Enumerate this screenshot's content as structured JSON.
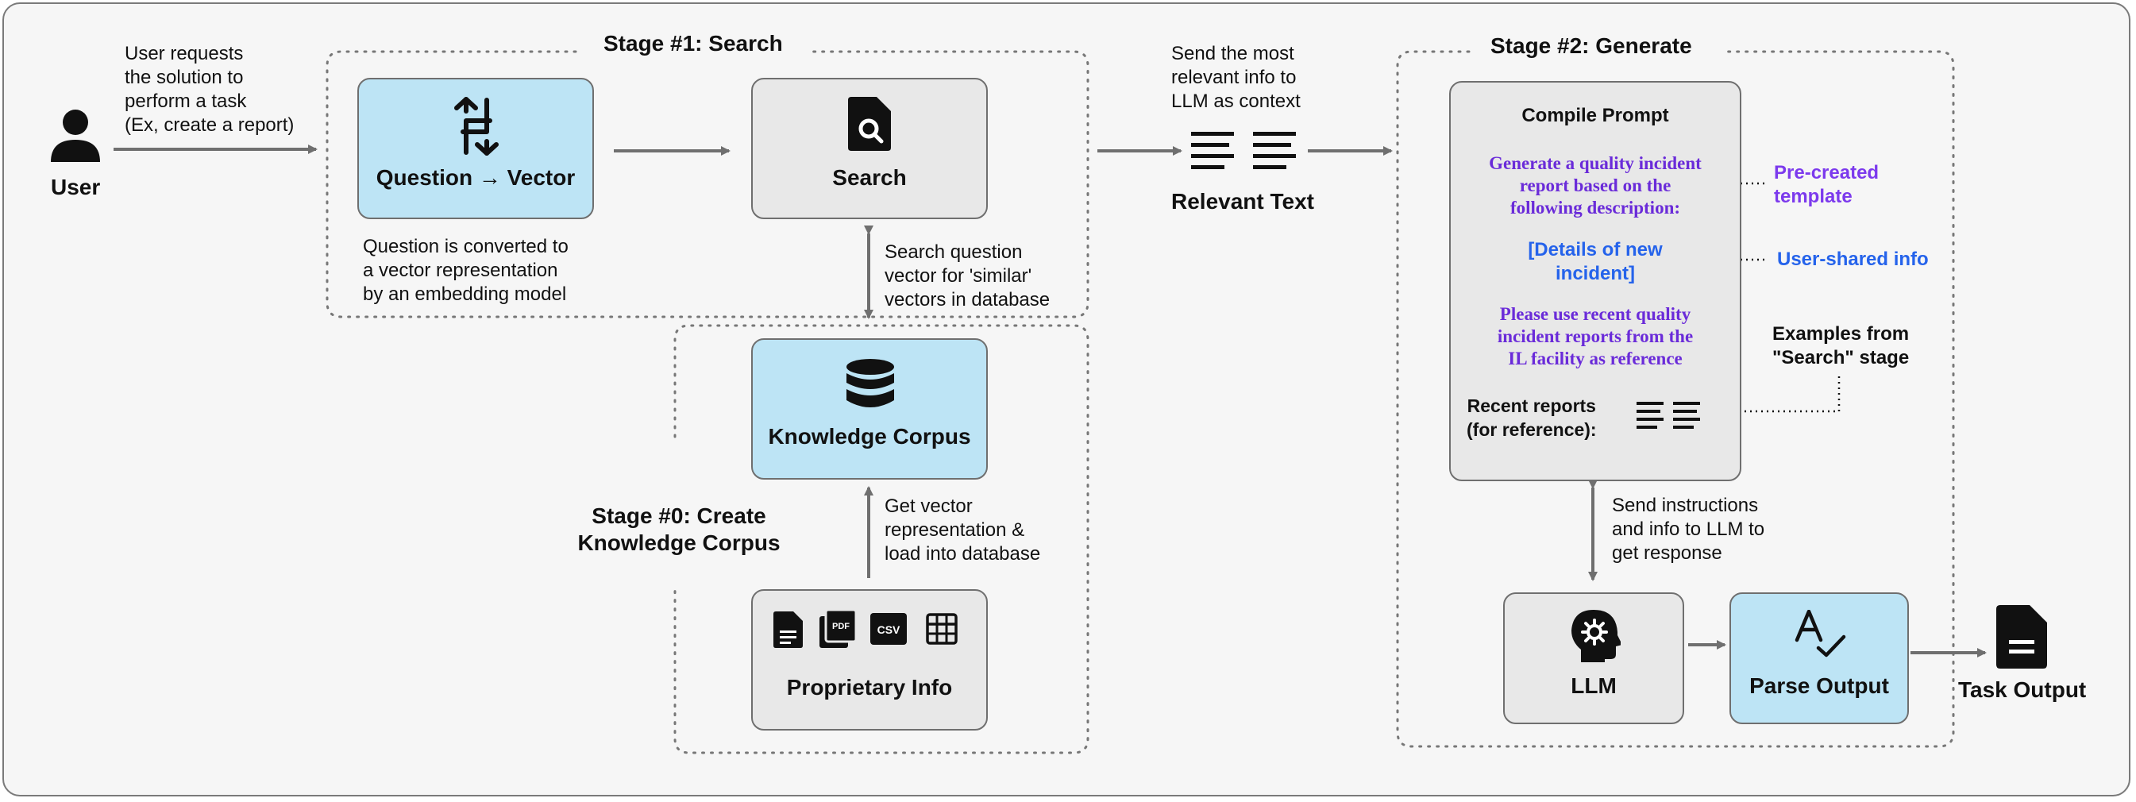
{
  "stages": {
    "search": "Stage #1: Search",
    "generate": "Stage #2: Generate",
    "create_line1": "Stage #0: Create",
    "create_line2": "Knowledge Corpus"
  },
  "user": {
    "label": "User",
    "request_note": [
      "User requests",
      "the solution to",
      "perform a task",
      "(Ex, create a report)"
    ]
  },
  "nodes": {
    "question_vector": "Question → Vector",
    "search": "Search",
    "knowledge_corpus": "Knowledge Corpus",
    "proprietary_info": "Proprietary Info",
    "relevant_text": "Relevant Text",
    "llm": "LLM",
    "parse_output": "Parse Output",
    "task_output": "Task Output"
  },
  "notes": {
    "embedding": [
      "Question is converted to",
      "a vector representation",
      "by an embedding model"
    ],
    "similar": [
      "Search question",
      "vector for 'similar'",
      "vectors in database"
    ],
    "load": [
      "Get vector",
      "representation &",
      "load into database"
    ],
    "send_context": [
      "Send the most",
      "relevant info to",
      "LLM as context"
    ],
    "send_instructions": [
      "Send instructions",
      "and info to LLM to",
      "get response"
    ]
  },
  "prompt": {
    "title": "Compile Prompt",
    "template_text": [
      "Generate a quality incident",
      "report based on the",
      "following  description:"
    ],
    "details": [
      "[Details of new",
      "incident]"
    ],
    "reference_text": [
      "Please use recent quality",
      "incident reports from the",
      "IL facility as reference"
    ],
    "recent_reports": [
      "Recent reports",
      "(for reference):"
    ]
  },
  "annotations": {
    "pre_created": [
      "Pre-created",
      "template"
    ],
    "user_shared": "User-shared info",
    "examples": [
      "Examples from",
      "\"Search\" stage"
    ]
  },
  "file_icons": {
    "pdf": "PDF",
    "csv": "CSV"
  },
  "colors": {
    "accent_blue": "#bde4f5",
    "box_grey": "#e8e8e8",
    "purple": "#6a2bd9",
    "info_blue": "#2563eb",
    "arrow": "#6f6f6f"
  }
}
